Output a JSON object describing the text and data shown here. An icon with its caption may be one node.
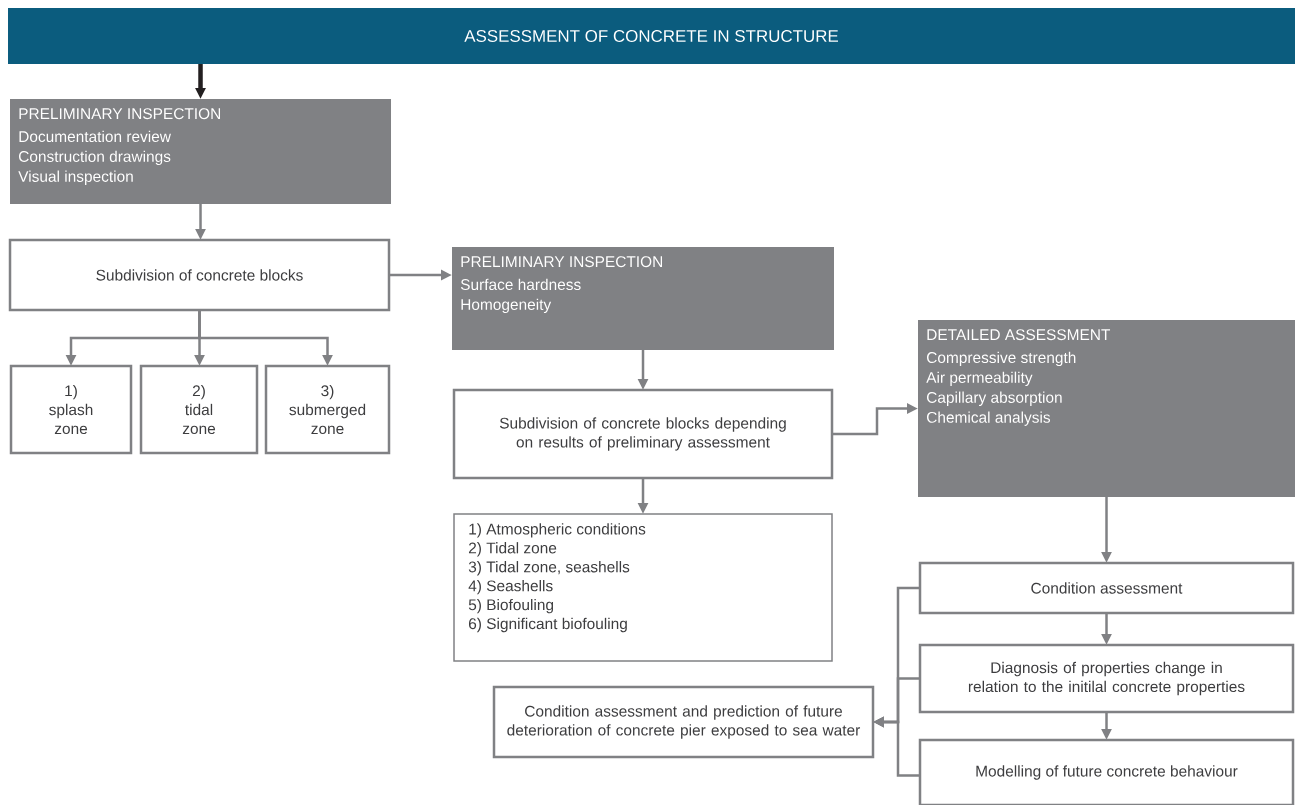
{
  "diagram": {
    "nodes": [
      {
        "text": [
          "ASSESSMENT OF CONCRETE IN STRUCTURE"
        ]
      },
      {
        "text": [
          "PRELIMINARY INSPECTION",
          "Documentation review",
          "Construction drawings",
          "Visual inspection"
        ]
      },
      {
        "text": [
          "Subdivision of concrete blocks"
        ]
      },
      {
        "text": [
          "1) splash zone"
        ]
      },
      {
        "text": [
          "2) tidal zone"
        ]
      },
      {
        "text": [
          "3) submerged zone"
        ]
      },
      {
        "text": [
          "PRELIMINARY INSPECTION",
          "Surface hardness",
          "Homogeneity"
        ]
      },
      {
        "text": [
          "Subdivision of concrete blocks depending on results of preliminary assessment"
        ]
      },
      {
        "text": [
          "1) Atmospheric conditions",
          "2) Tidal zone",
          "3) Tidal zone, seashells",
          "4) Seashells",
          "5) Biofouling",
          "6) Significant biofouling"
        ]
      },
      {
        "text": [
          "DETAILED ASSESSMENT",
          "Compressive strength",
          "Air permeability",
          "Capillary absorption",
          "Chemical analysis"
        ]
      },
      {
        "text": [
          "Condition assessment"
        ]
      },
      {
        "text": [
          "Diagnosis of properties change in relation to the initilal concrete properties"
        ]
      },
      {
        "text": [
          "Condition assessment and prediction of future deterioration of concrete pier exposed to sea water"
        ]
      },
      {
        "text": [
          "Modelling of future concrete behaviour"
        ]
      }
    ],
    "edges": [
      {
        "from": 0,
        "to": 1,
        "arrow": "to",
        "style": "thick",
        "color": "#231f20"
      },
      {
        "from": 1,
        "to": 2,
        "arrow": "to"
      },
      {
        "from": 2,
        "to": 3,
        "arrow": "to"
      },
      {
        "from": 2,
        "to": 4,
        "arrow": "to"
      },
      {
        "from": 2,
        "to": 5,
        "arrow": "to"
      },
      {
        "from": 2,
        "to": 6,
        "arrow": "to"
      },
      {
        "from": 6,
        "to": 7,
        "arrow": "to"
      },
      {
        "from": 7,
        "to": 8,
        "arrow": "to"
      },
      {
        "from": 7,
        "to": 9,
        "arrow": "to"
      },
      {
        "from": 9,
        "to": 10,
        "arrow": "to"
      },
      {
        "from": 10,
        "to": 11,
        "arrow": "to"
      },
      {
        "from": 11,
        "to": 13,
        "arrow": "to"
      },
      {
        "from": 10,
        "to": 12,
        "arrow": "to"
      },
      {
        "from": 11,
        "to": 12,
        "arrow": "to"
      },
      {
        "from": 13,
        "to": 12,
        "arrow": "to"
      }
    ]
  }
}
